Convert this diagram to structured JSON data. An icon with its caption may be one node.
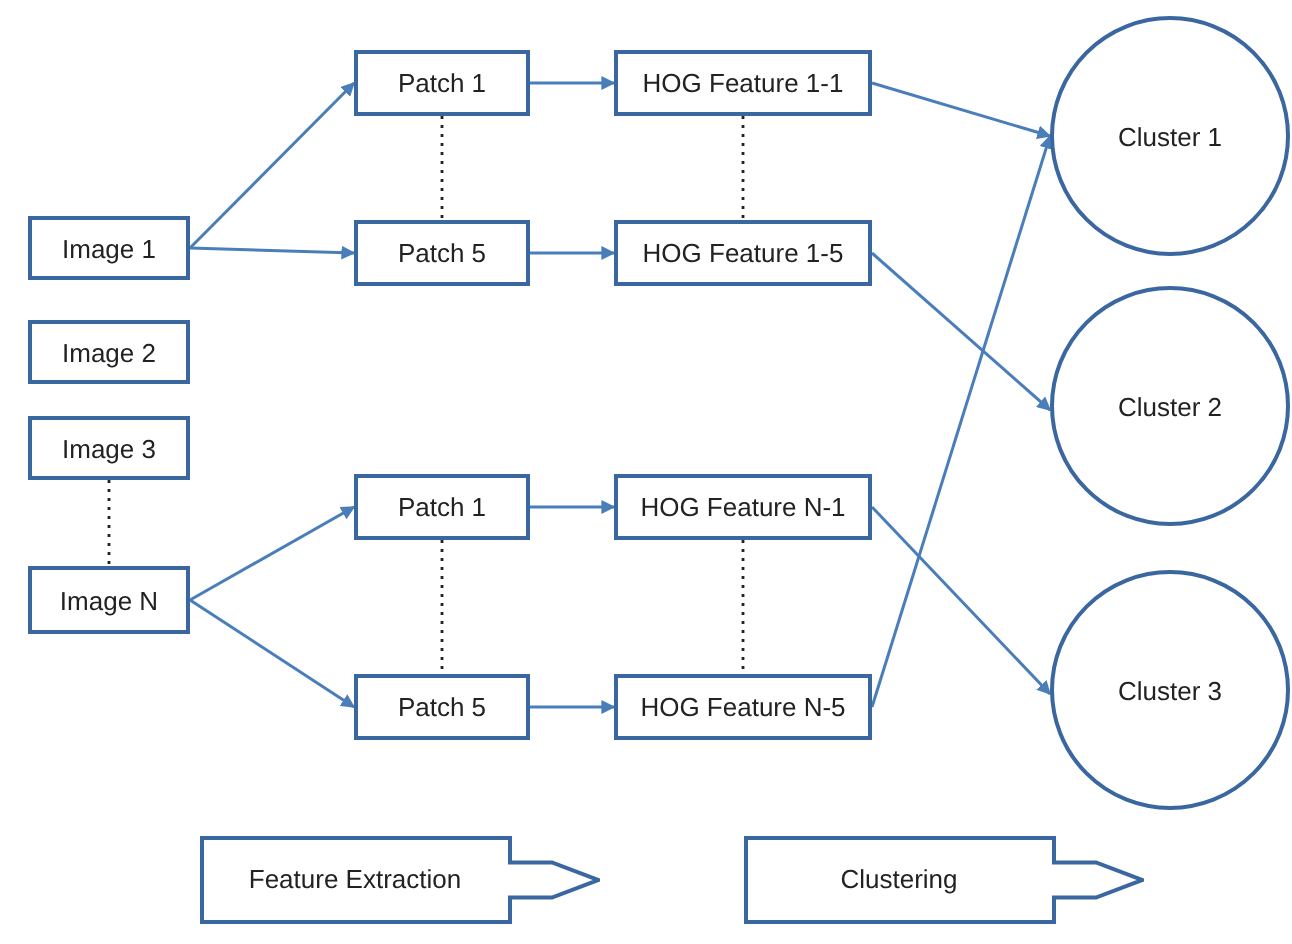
{
  "diagram": {
    "nodes": [
      {
        "text": [
          "Image 1"
        ]
      },
      {
        "text": [
          "Image 2"
        ]
      },
      {
        "text": [
          "Image 3"
        ]
      },
      {
        "text": [
          "Image N"
        ]
      },
      {
        "text": [
          "Patch 1"
        ]
      },
      {
        "text": [
          "Patch 5"
        ]
      },
      {
        "text": [
          "HOG Feature 1-1"
        ]
      },
      {
        "text": [
          "HOG Feature 1-5"
        ]
      },
      {
        "text": [
          "Patch 1"
        ]
      },
      {
        "text": [
          "Patch 5"
        ]
      },
      {
        "text": [
          "HOG Feature  N-1"
        ]
      },
      {
        "text": [
          "HOG Feature N-5"
        ]
      },
      {
        "text": [
          "Cluster 1"
        ]
      },
      {
        "text": [
          "Cluster 2"
        ]
      },
      {
        "text": [
          "Cluster 3"
        ]
      },
      {
        "text": [
          "Feature Extraction"
        ]
      },
      {
        "text": [
          "Clustering"
        ]
      }
    ],
    "edges": [
      {
        "from": 0,
        "to": 4,
        "arrow": "to"
      },
      {
        "from": 0,
        "to": 5,
        "arrow": "to"
      },
      {
        "from": 3,
        "to": 8,
        "arrow": "to"
      },
      {
        "from": 3,
        "to": 9,
        "arrow": "to"
      },
      {
        "from": 4,
        "to": 6,
        "arrow": "to"
      },
      {
        "from": 5,
        "to": 7,
        "arrow": "to"
      },
      {
        "from": 8,
        "to": 10,
        "arrow": "to"
      },
      {
        "from": 9,
        "to": 11,
        "arrow": "to"
      },
      {
        "from": 6,
        "to": 12,
        "arrow": "to"
      },
      {
        "from": 7,
        "to": 13,
        "arrow": "to"
      },
      {
        "from": 10,
        "to": 14,
        "arrow": "to"
      },
      {
        "from": 11,
        "to": 12,
        "arrow": "to"
      },
      {
        "from": 2,
        "to": 3,
        "arrow": "none",
        "style": "dashed",
        "color": "#222222"
      },
      {
        "from": 4,
        "to": 5,
        "arrow": "none",
        "style": "dashed",
        "color": "#222222"
      },
      {
        "from": 6,
        "to": 7,
        "arrow": "none",
        "style": "dashed",
        "color": "#222222"
      },
      {
        "from": 8,
        "to": 9,
        "arrow": "none",
        "style": "dashed",
        "color": "#222222"
      },
      {
        "from": 10,
        "to": 11,
        "arrow": "none",
        "style": "dashed",
        "color": "#222222"
      }
    ]
  }
}
